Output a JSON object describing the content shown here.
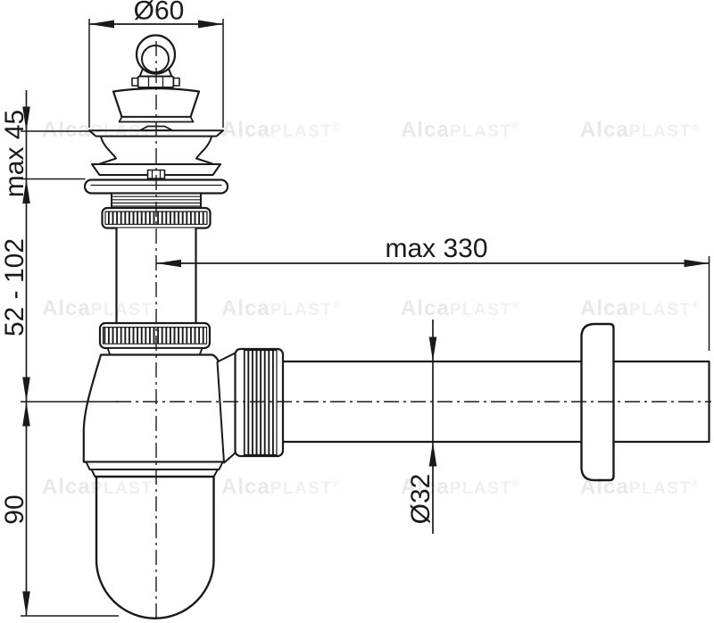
{
  "dims": {
    "d60": "Ø60",
    "max45": "max 45",
    "h52_102": "52 - 102",
    "h90": "90",
    "max330": "max 330",
    "d32": "Ø32"
  },
  "watermark": {
    "alca": "Alca",
    "plast": "PLAST",
    "reg": "®"
  },
  "colors": {
    "line": "#1a1a1a",
    "background": "#ffffff",
    "watermark_bold": "#e9e9e9",
    "watermark_light": "#f0f0f0"
  }
}
